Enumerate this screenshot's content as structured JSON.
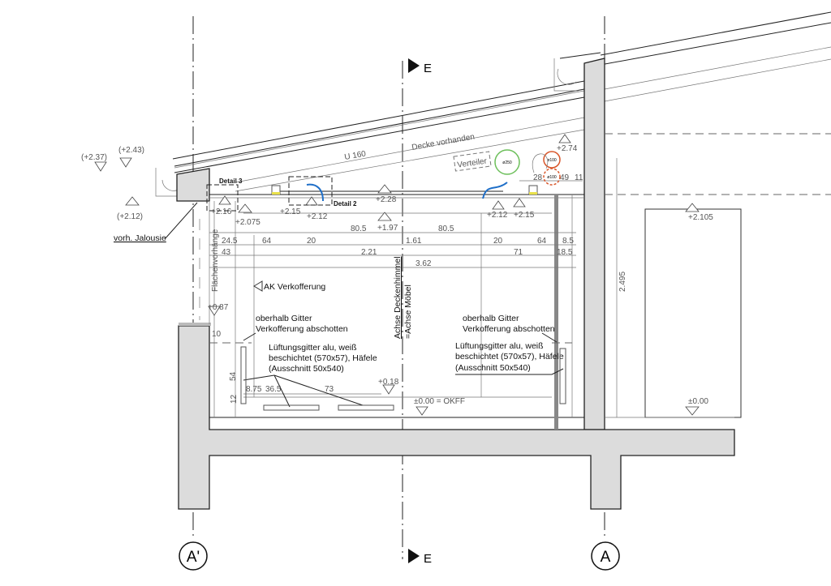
{
  "section": {
    "marker": "E"
  },
  "grid_axes": {
    "left": "A'",
    "right": "A"
  },
  "levels": {
    "l237": "(+2.37)",
    "l243": "(+2.43)",
    "l212": "(+2.12)",
    "l216": "+2.16",
    "l2075": "+2.075",
    "l215a": "+2.15",
    "l212a": "+2.12",
    "l228": "+2.28",
    "l197": "+1.97",
    "l212b": "+2.12",
    "l215b": "+2.15",
    "l274": "+2.74",
    "l2105": "+2.105",
    "l087": "+0.87",
    "l018": "+0.18",
    "okff": "±0.00 = OKFF",
    "l000r": "±0.00"
  },
  "labels": {
    "u160": "U 160",
    "decke": "Decke vorhanden",
    "verteiler": "Verteiler",
    "detail3": "Detail 3",
    "detail2": "Detail 2",
    "jalousie": "vorh. Jalousie",
    "flaechen": "Flächenvorhänge",
    "ak": "AK Verkofferung",
    "achse1": "Achse Deckenhimmel",
    "achse2": "=Achse Möbel",
    "note_left": [
      "oberhalb Gitter",
      "Verkofferung abschotten",
      "Lüftungsgitter alu, weiß",
      "beschichtet (570x57), Häfele",
      "(Ausschnitt 50x540)"
    ],
    "note_right": [
      "oberhalb Gitter",
      "Verkofferung abschotten",
      "Lüftungsgitter alu, weiß",
      "beschichtet (570x57), Häfele",
      "(Ausschnitt 50x540)"
    ],
    "pipe_green": "ø250",
    "pipe_red1": "ø100",
    "pipe_red2": "ø100"
  },
  "dimensions": {
    "d805a": "80.5",
    "d161": "1.61",
    "d805b": "80.5",
    "d245": "24.5",
    "d64a": "64",
    "d20a": "20",
    "d20b": "20",
    "d64b": "64",
    "d85": "8.5",
    "d43": "43",
    "d221": "2.21",
    "d71": "71",
    "d185": "18.5",
    "d362": "3.62",
    "d28": "28",
    "d49": "49",
    "d11": "11",
    "d10": "10",
    "d54": "54",
    "d12": "12",
    "d875": "8.75",
    "d365": "36.5",
    "d73": "73",
    "d2495": "2.495"
  },
  "colors": {
    "pipe_green": "#6cbf5a",
    "pipe_red": "#d9562a",
    "air_arrow": "#1f6fc8",
    "light": "#e8e04a"
  }
}
